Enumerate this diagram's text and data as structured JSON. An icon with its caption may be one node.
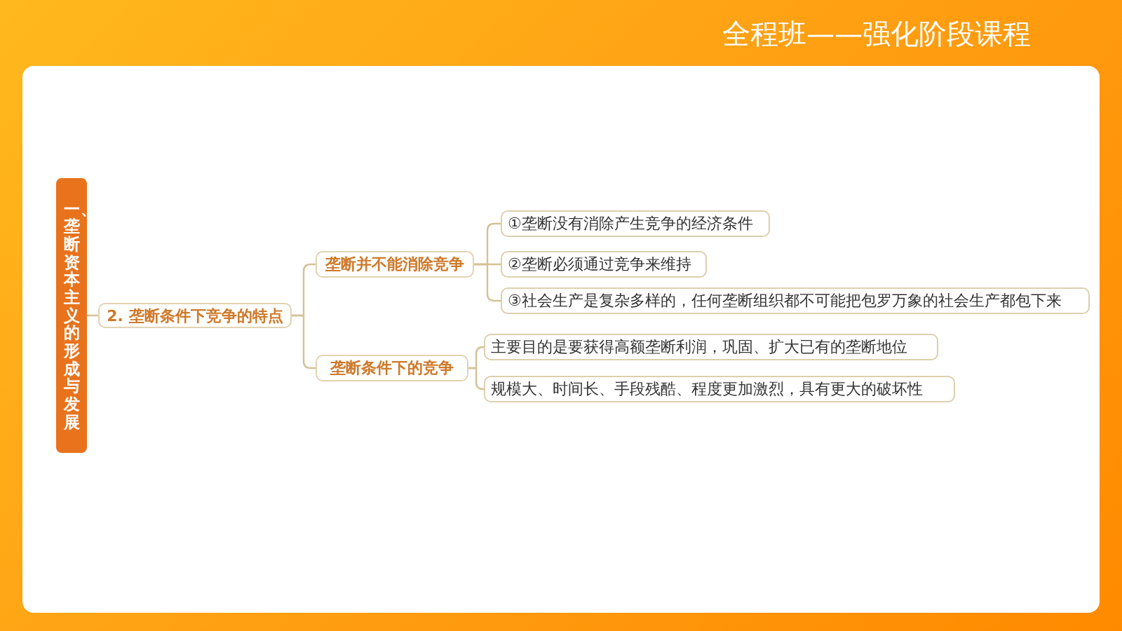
{
  "diagram": {
    "nodes": [
      {
        "text": [
          "一、垄断资本主义的形成与发展"
        ]
      },
      {
        "text": [
          "2. 垄断条件下竞争的特点"
        ]
      },
      {
        "text": [
          "垄断并不能消除竞争"
        ]
      },
      {
        "text": [
          "垄断条件下的竞争"
        ]
      },
      {
        "text": [
          "①垄断没有消除产生竞争的经济条件"
        ]
      },
      {
        "text": [
          "②垄断必须通过竞争来维持"
        ]
      },
      {
        "text": [
          "③社会生产是复杂多样的，任何垄断组织都不可能把包罗万象的社会生产都包下来"
        ]
      },
      {
        "text": [
          "主要目的是要获得高额垄断利润，巩固、扩大已有的垄断地位"
        ]
      },
      {
        "text": [
          "规模大、时间长、手段残酷、程度更加激烈，具有更大的破坏性"
        ]
      }
    ],
    "edges": [
      {
        "from": 0,
        "to": 1,
        "arrow": "none"
      },
      {
        "from": 1,
        "to": 2,
        "arrow": "none"
      },
      {
        "from": 1,
        "to": 3,
        "arrow": "none"
      },
      {
        "from": 2,
        "to": 4,
        "arrow": "none"
      },
      {
        "from": 2,
        "to": 5,
        "arrow": "none"
      },
      {
        "from": 2,
        "to": 6,
        "arrow": "none"
      },
      {
        "from": 3,
        "to": 7,
        "arrow": "none"
      },
      {
        "from": 3,
        "to": 8,
        "arrow": "none"
      }
    ],
    "labels": [
      "全程班——强化阶段课程"
    ]
  }
}
